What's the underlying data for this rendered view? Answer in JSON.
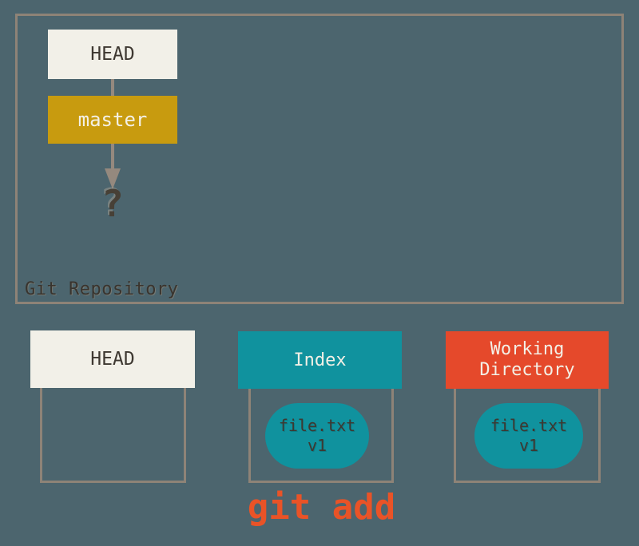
{
  "repository": {
    "label": "Git Repository",
    "head": "HEAD",
    "branch": "master",
    "pointer": "?"
  },
  "columns": [
    {
      "id": "head",
      "title": "HEAD",
      "file": null
    },
    {
      "id": "index",
      "title": "Index",
      "file": "file.txt\nv1"
    },
    {
      "id": "working-directory",
      "title": "Working\nDirectory",
      "file": "file.txt\nv1"
    }
  ],
  "command": {
    "label": "git add"
  },
  "colors": {
    "background": "#4C656E",
    "outline": "#8E8377",
    "cream_box": "#F2F0E8",
    "branch_gold": "#C89B0F",
    "teal": "#10929E",
    "orange_red": "#E5492B",
    "command_red": "#E95327",
    "dark_text": "#3E3831",
    "light_text": "#F3F0E6",
    "arrow_gray": "#95897E"
  }
}
